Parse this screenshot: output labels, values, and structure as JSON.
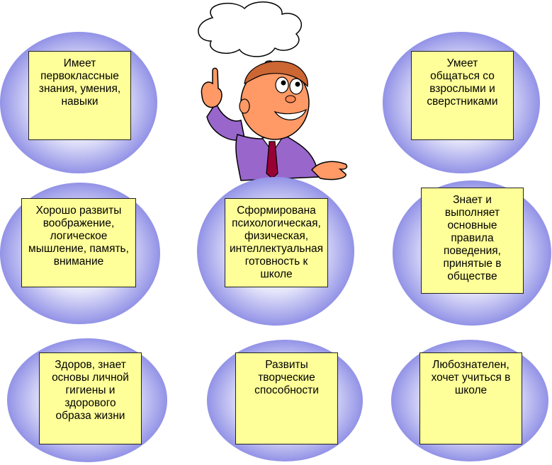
{
  "diagram": {
    "center": {
      "lines": [
        "Сформирована",
        "психологическая,",
        "физическая,",
        "интеллектуальная",
        "готовность к",
        "школе"
      ]
    },
    "cards": [
      {
        "id": "knowledge",
        "lines": [
          "Имеет",
          "первоклассные",
          "знания, умения,",
          "навыки"
        ]
      },
      {
        "id": "communication",
        "lines": [
          "Умеет",
          "общаться со",
          "взрослыми и",
          "сверстниками"
        ]
      },
      {
        "id": "imagination",
        "lines": [
          "Хорошо развиты",
          "воображение,",
          "логическое",
          "мышление, память,",
          "внимание"
        ]
      },
      {
        "id": "behavior",
        "lines": [
          "Знает и",
          "выполняет",
          "основные",
          "правила",
          "поведения,",
          "принятые в",
          "обществе"
        ]
      },
      {
        "id": "health",
        "lines": [
          "Здоров, знает",
          "основы личной",
          "гигиены и",
          "здорового",
          "образа жизни"
        ]
      },
      {
        "id": "creativity",
        "lines": [
          "Развиты",
          "творческие",
          "способности"
        ]
      },
      {
        "id": "curiosity",
        "lines": [
          "Любознателен,",
          "хочет учиться в",
          "школе"
        ]
      }
    ]
  }
}
